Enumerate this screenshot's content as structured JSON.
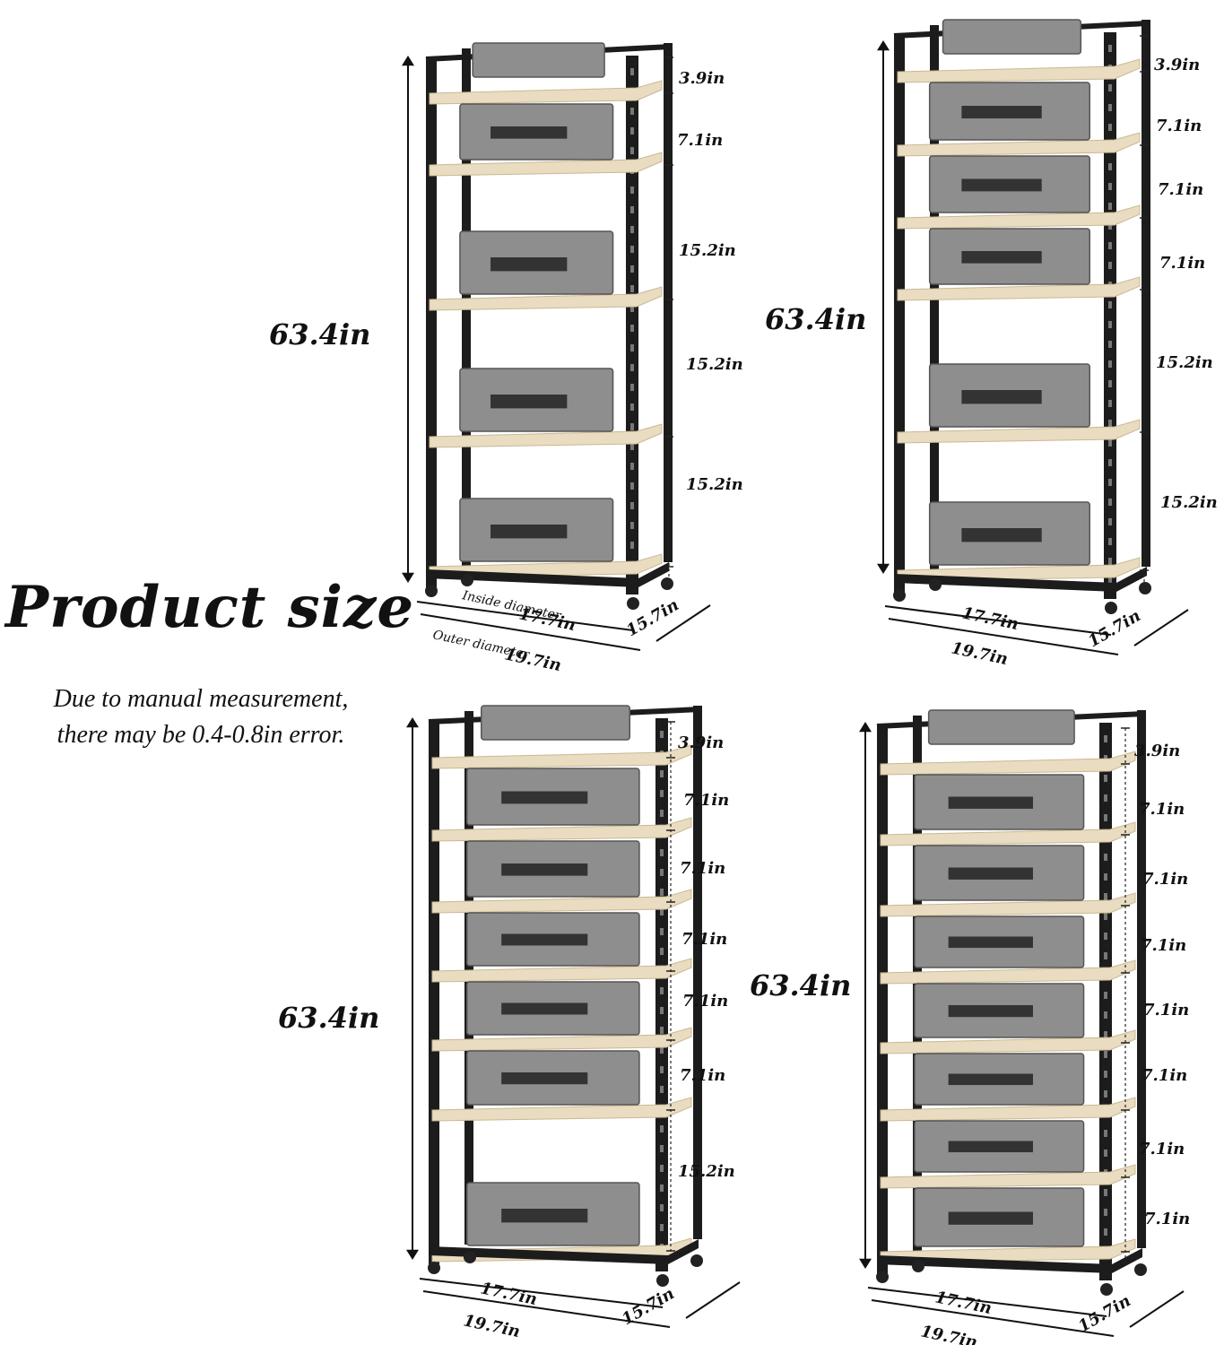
{
  "title": "Product size",
  "note_line1": "Due to manual measurement,",
  "note_line2": "there may be 0.4-0.8in error.",
  "racks": [
    {
      "height": "63.4in",
      "gaps": [
        "3.9in",
        "7.1in",
        "15.2in",
        "15.2in",
        "15.2in"
      ],
      "inside_label": "Inside diameter",
      "inside_width": "17.7in",
      "outer_label": "Outer diameter",
      "outer_width": "19.7in",
      "depth": "15.7in"
    },
    {
      "height": "63.4in",
      "gaps": [
        "3.9in",
        "7.1in",
        "7.1in",
        "7.1in",
        "15.2in",
        "15.2in"
      ],
      "inside_width": "17.7in",
      "outer_width": "19.7in",
      "depth": "15.7in"
    },
    {
      "height": "63.4in",
      "gaps": [
        "3.9in",
        "7.1in",
        "7.1in",
        "7.1in",
        "7.1in",
        "7.1in",
        "15.2in"
      ],
      "inside_width": "17.7in",
      "outer_width": "19.7in",
      "depth": "15.7in"
    },
    {
      "height": "63.4in",
      "gaps": [
        "3.9in",
        "7.1in",
        "7.1in",
        "7.1in",
        "7.1in",
        "7.1in",
        "7.1in",
        "7.1in"
      ],
      "inside_width": "17.7in",
      "outer_width": "19.7in",
      "depth": "15.7in"
    }
  ],
  "colors": {
    "frame": "#1c1c1c",
    "shelf": "#e9dcc0",
    "device": "#8e8e8e",
    "text": "#111111"
  }
}
